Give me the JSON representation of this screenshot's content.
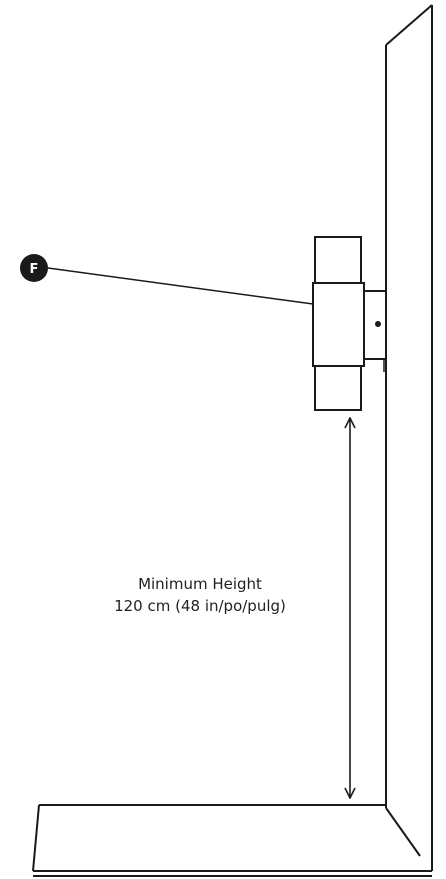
{
  "callout": {
    "letter": "F"
  },
  "measurement": {
    "line1": "Minimum Height",
    "line2": "120 cm  (48 in/po/pulg)"
  },
  "colors": {
    "stroke": "#1a1a1a",
    "callout_fill": "#1a1a1a",
    "callout_text": "#ffffff",
    "label_text": "#222222"
  }
}
